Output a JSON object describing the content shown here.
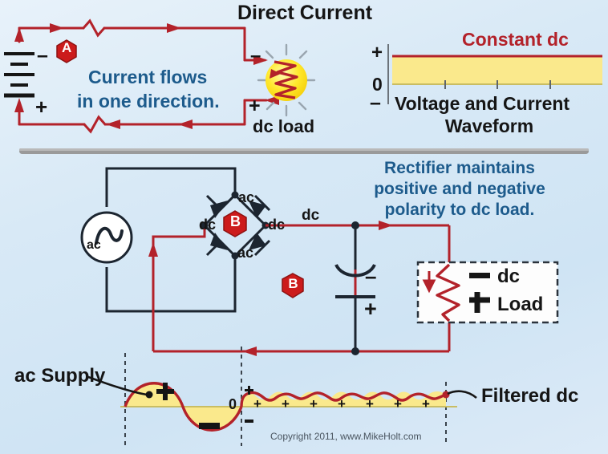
{
  "meta": {
    "title": "Direct Current",
    "copyright": "Copyright 2011, www.MikeHolt.com",
    "colors": {
      "background": "#d8e9f6",
      "wire_red": "#b3222a",
      "wire_black": "#1c2530",
      "text_blue": "#1d5b8c",
      "text_dark": "#151515",
      "badge_red": "#cc1b1b",
      "fill_yellow": "#fae98c",
      "lamp_yellow": "#ffe92e",
      "divider_gray": "#9a9a9a"
    }
  },
  "panel_a": {
    "badge": "A",
    "caption_line1": "Current flows",
    "caption_line2": "in one direction.",
    "battery": {
      "minus": "–",
      "plus": "+"
    },
    "load": {
      "label": "dc load",
      "minus": "–",
      "plus": "+"
    }
  },
  "waveform_dc": {
    "title": "Constant dc",
    "axis": {
      "plus": "+",
      "zero": "0",
      "minus": "–"
    },
    "caption_line1": "Voltage and Current",
    "caption_line2": "Waveform",
    "ticks": 3
  },
  "panel_b": {
    "badge": "B",
    "badge2": "B",
    "caption_line1": "Rectifier maintains",
    "caption_line2": "positive and negative",
    "caption_line3": "polarity to dc load.",
    "source_label": "ac",
    "bridge": {
      "top_label": "ac",
      "bottom_label": "ac",
      "left_label": "dc",
      "right_label": "dc"
    },
    "dc_out_label": "dc",
    "capacitor": {
      "minus": "–",
      "plus": "+"
    },
    "dc_load": {
      "minus": "–",
      "plus": "+",
      "line1": "dc",
      "line2": "Load"
    }
  },
  "waveform_ac": {
    "supply_label": "ac Supply",
    "filtered_label": "Filtered dc",
    "axis": {
      "plus": "+",
      "zero": "0",
      "minus": "–"
    },
    "sine_plus": "+",
    "sine_minus": "–",
    "ripple_marks": [
      "+",
      "+",
      "+",
      "+",
      "+",
      "+",
      "+"
    ]
  }
}
